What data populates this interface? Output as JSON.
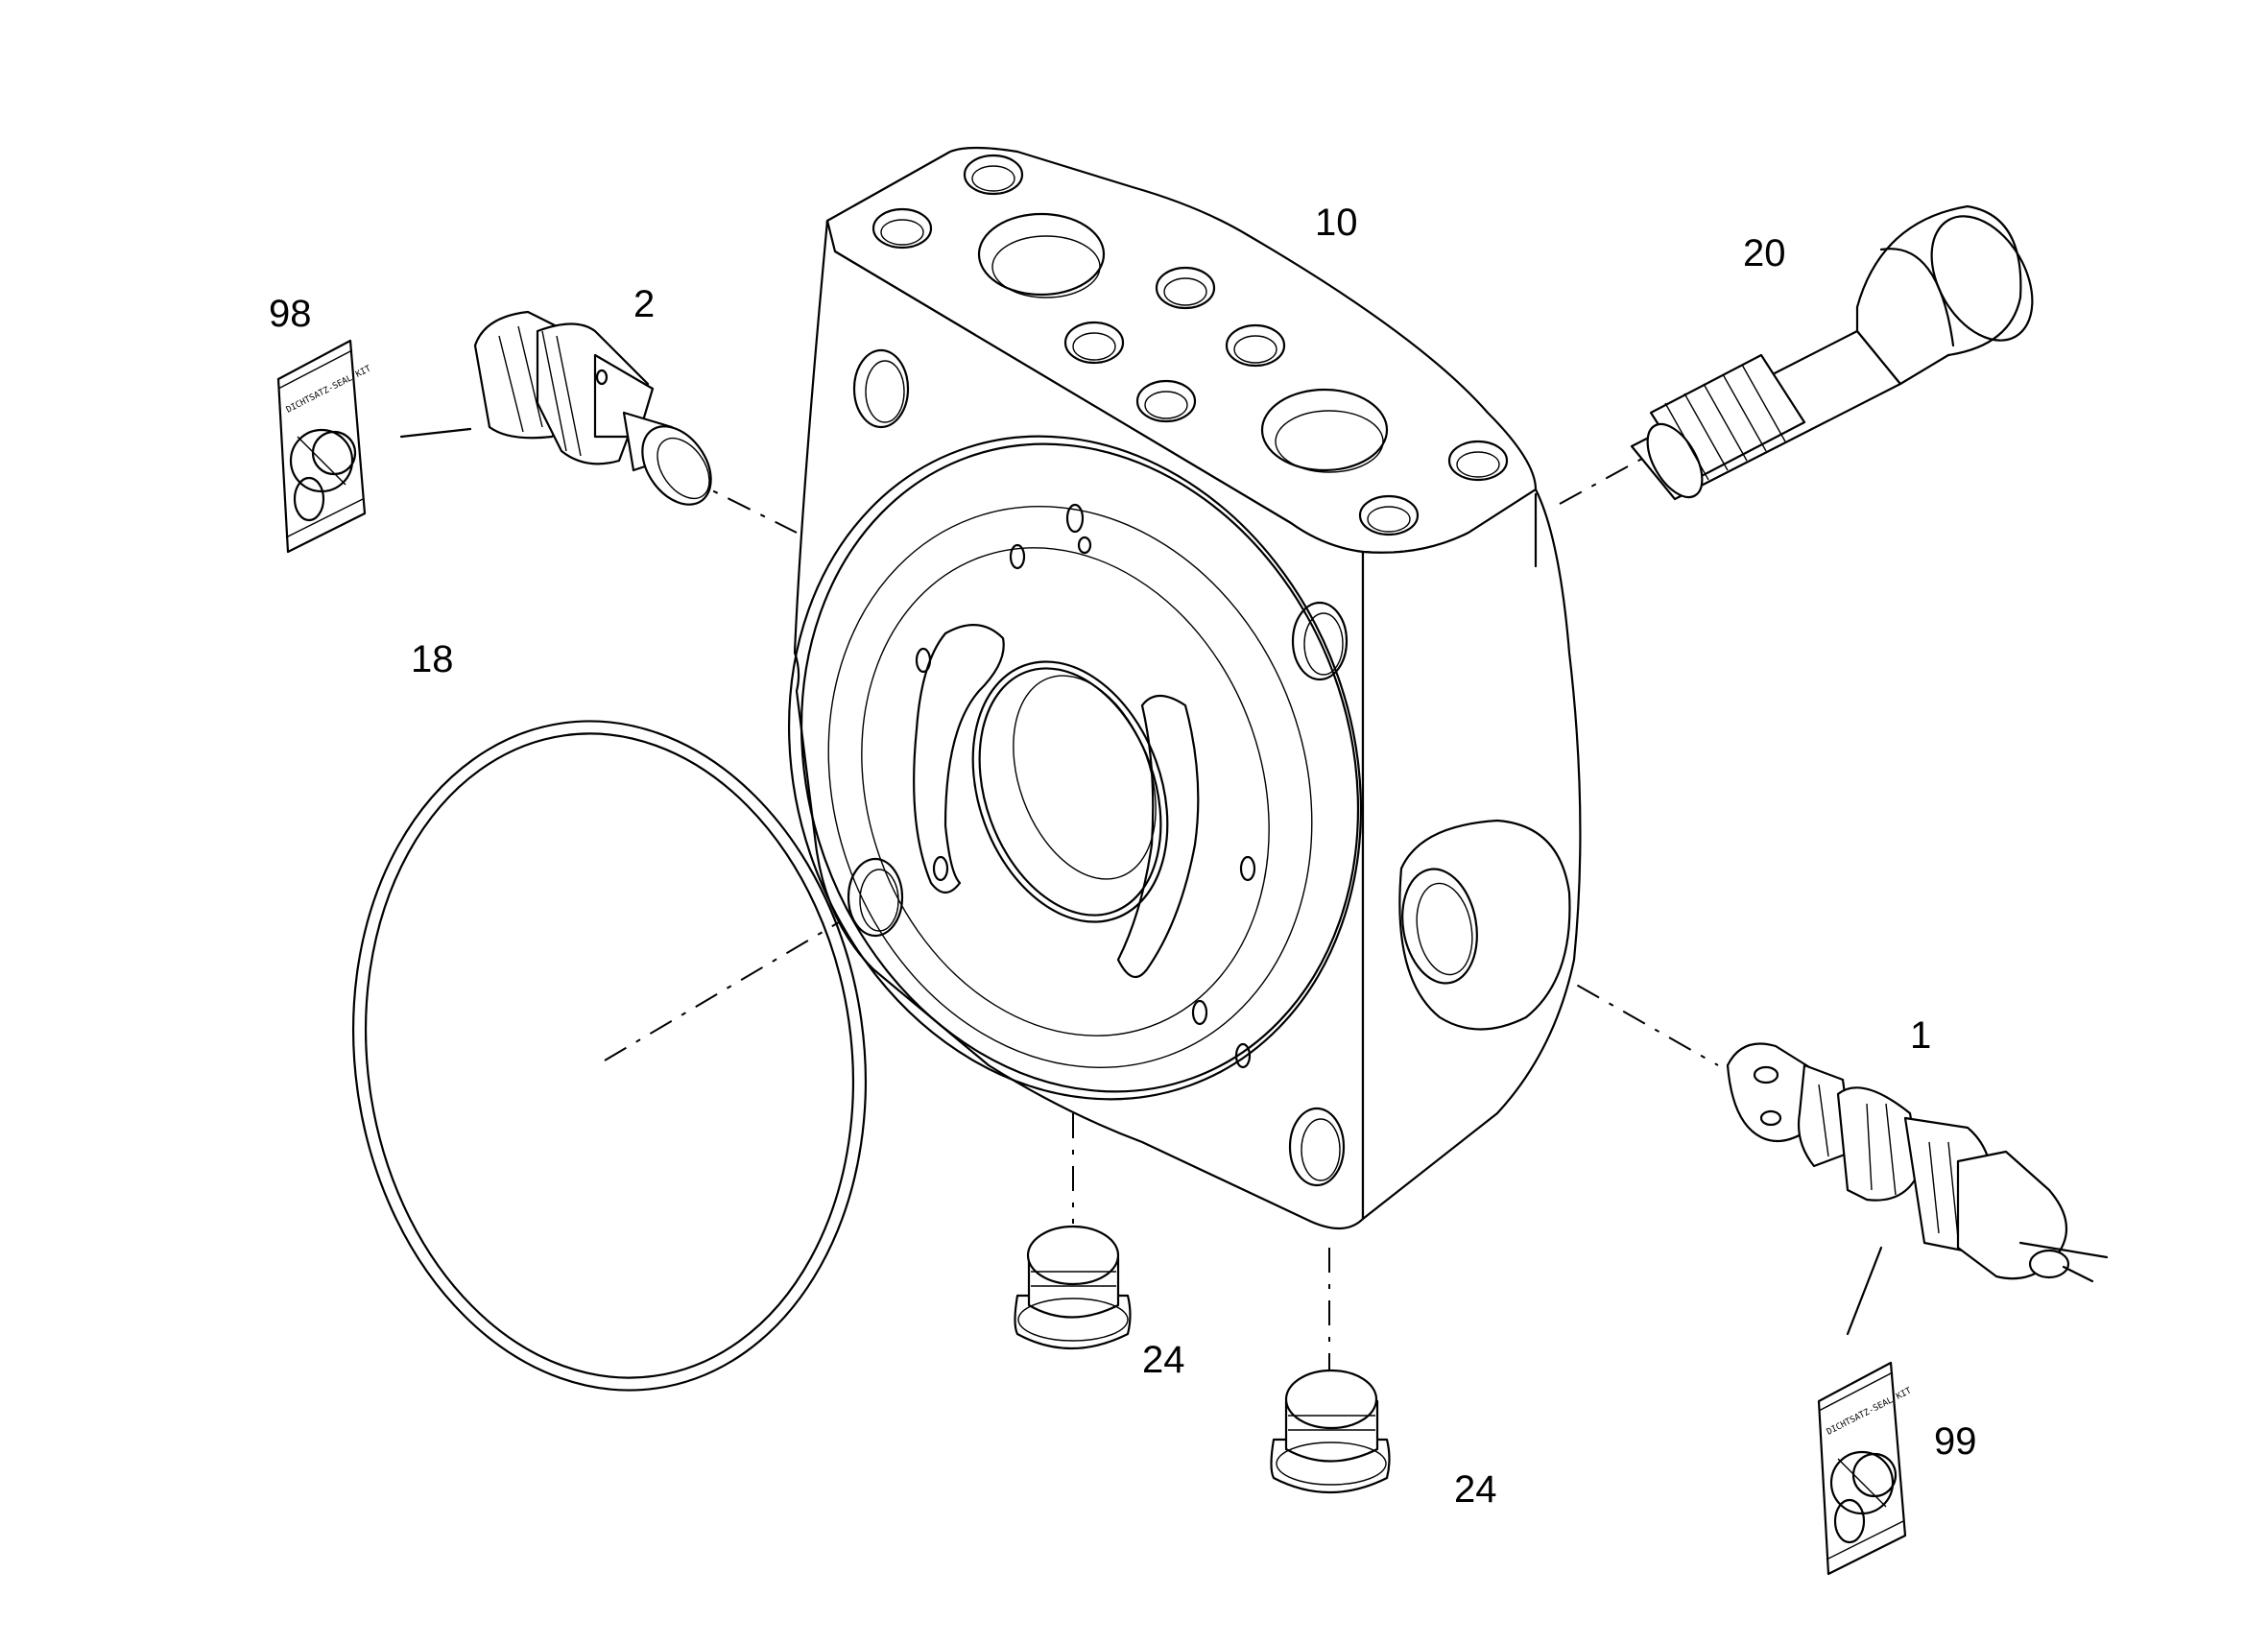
{
  "callouts": {
    "part_1": "1",
    "part_2": "2",
    "part_10": "10",
    "part_18": "18",
    "part_20": "20",
    "part_24a": "24",
    "part_24b": "24",
    "part_98": "98",
    "part_99": "99"
  },
  "seal_kit": {
    "bag_98_text": "DICHTSATZ-SEAL KIT",
    "bag_99_text": "DICHTSATZ-SEAL KIT"
  },
  "colors": {
    "line": "#000000",
    "background": "#ffffff"
  }
}
